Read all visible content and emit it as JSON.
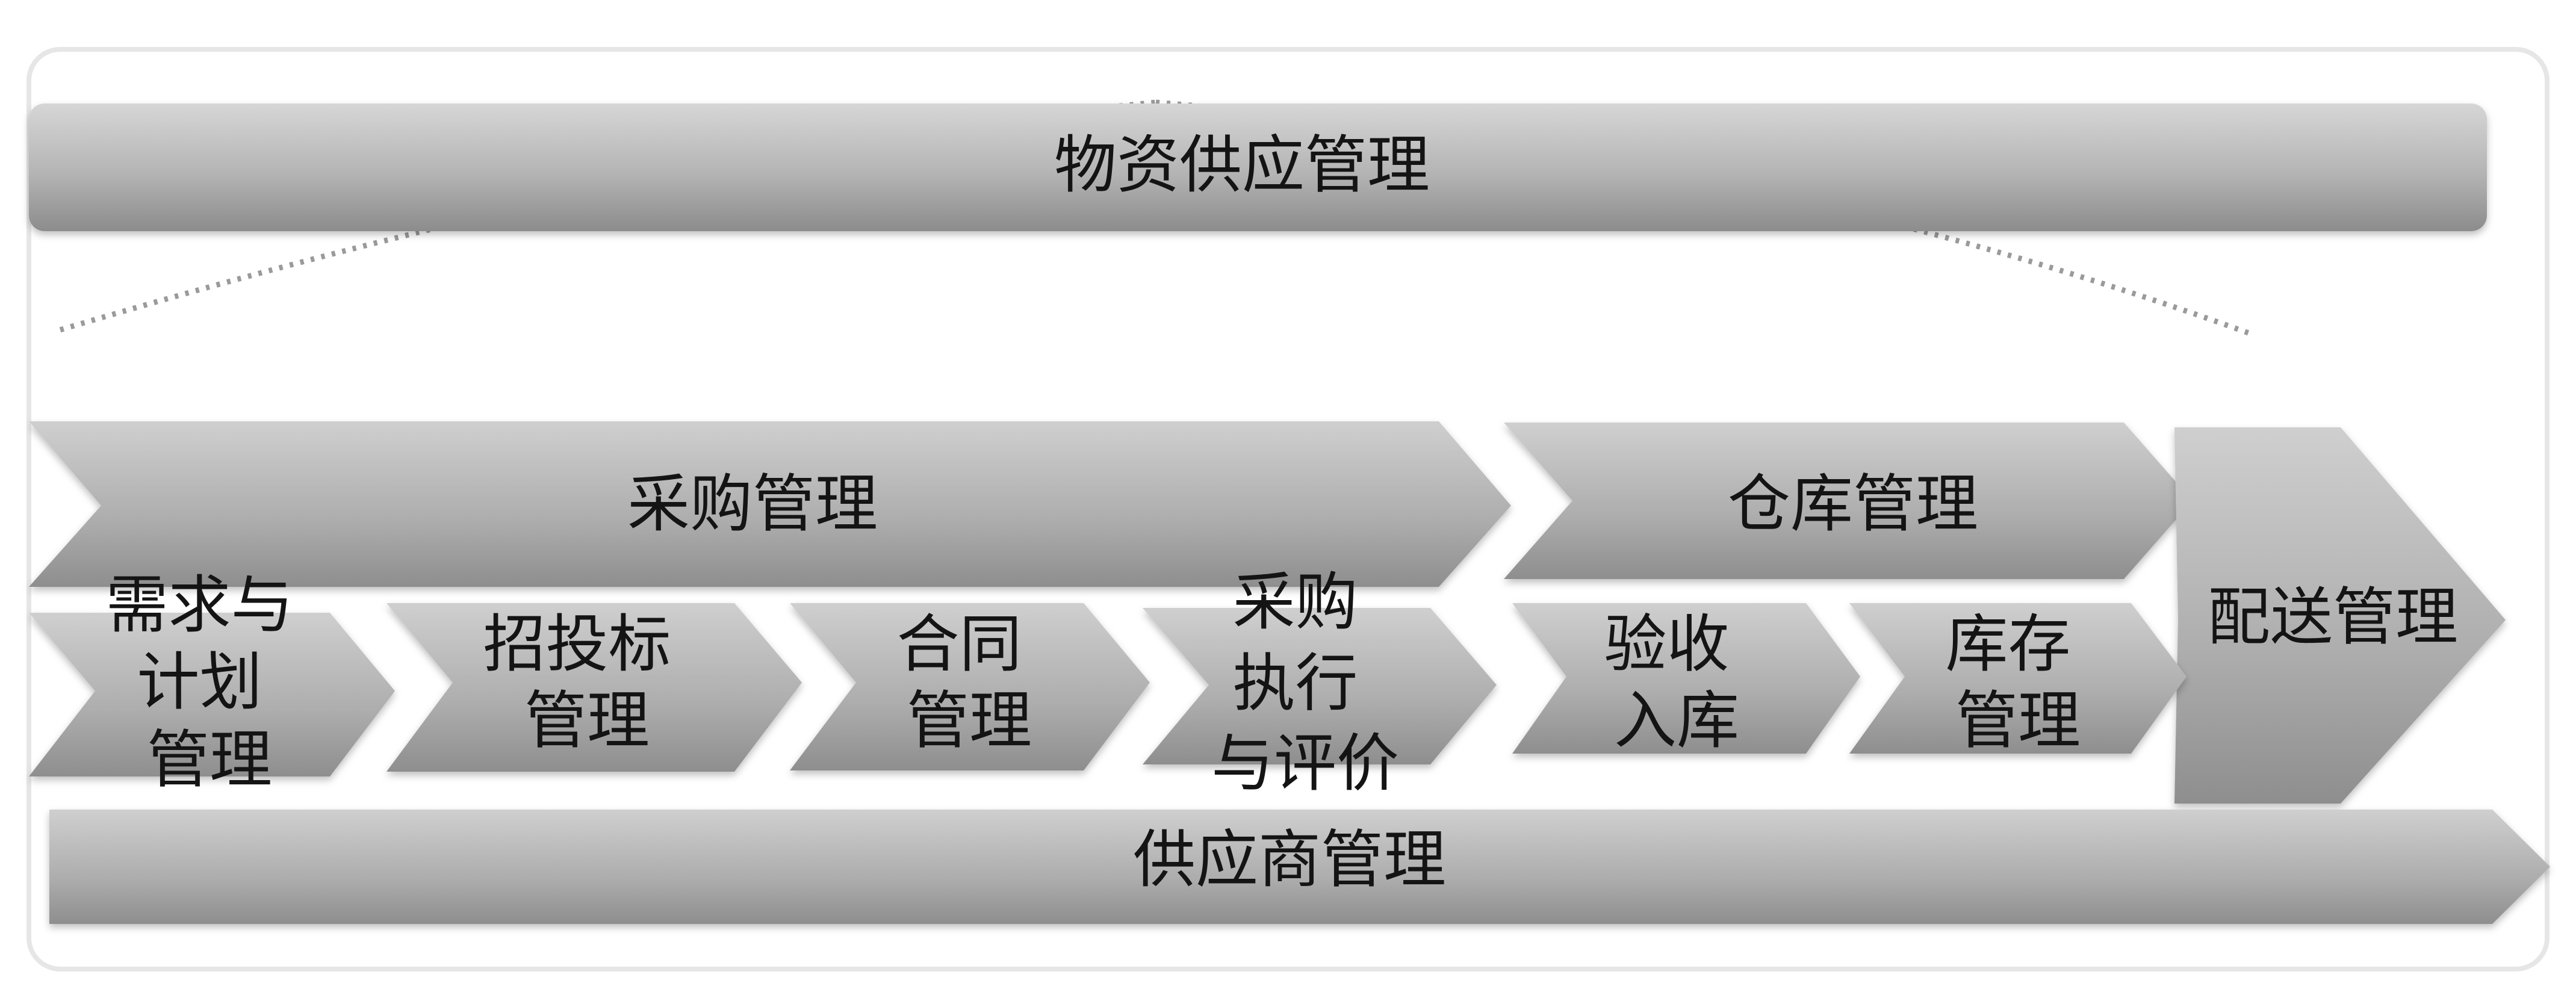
{
  "diagram": {
    "top_bar": {
      "label": "物资供应管理"
    },
    "procurement": {
      "label": "采购管理",
      "steps": [
        {
          "lines": [
            "需求与",
            "计划",
            "管理"
          ]
        },
        {
          "lines": [
            "招投标",
            "管理"
          ]
        },
        {
          "lines": [
            "合同",
            "管理"
          ]
        },
        {
          "lines": [
            "采购",
            "执行",
            "与评价"
          ]
        }
      ]
    },
    "warehouse": {
      "label": "仓库管理",
      "steps": [
        {
          "lines": [
            "验收",
            "入库"
          ]
        },
        {
          "lines": [
            "库存",
            "管理"
          ]
        }
      ]
    },
    "distribution": {
      "label": "配送管理"
    },
    "supplier": {
      "label": "供应商管理"
    },
    "colors": {
      "shape_light": "#d2d2d2",
      "shape_dark": "#8f8f8f",
      "text": "#141414",
      "frame": "#e6e6e6",
      "dots": "#9a9a9a"
    }
  }
}
